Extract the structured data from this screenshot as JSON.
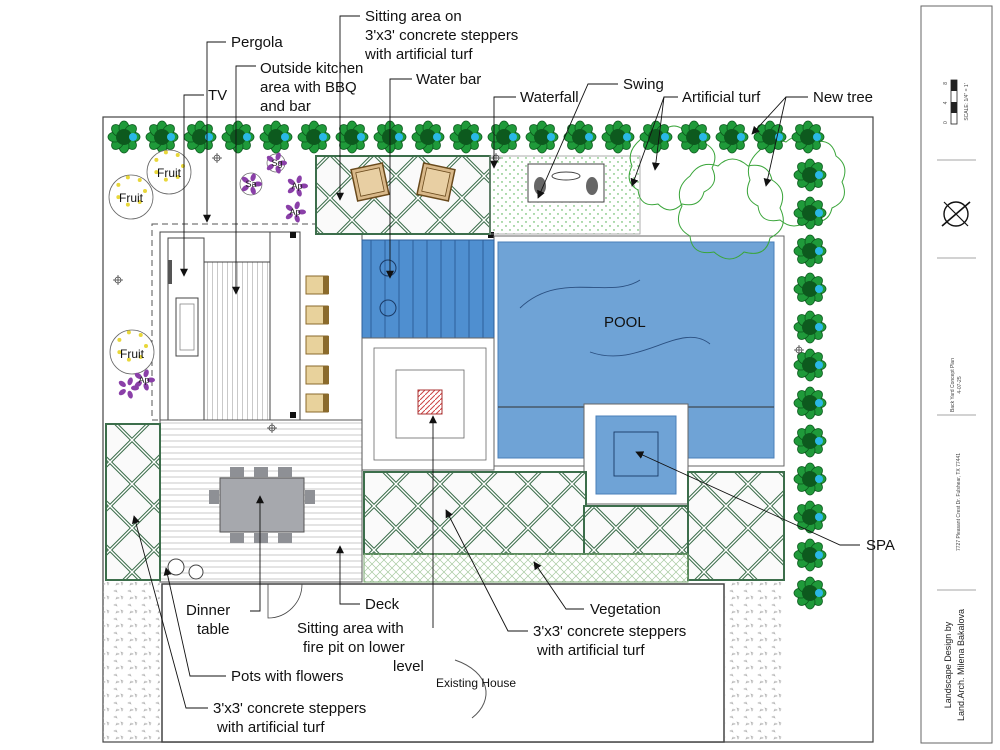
{
  "labels": {
    "pergola": "Pergola",
    "tv": "TV",
    "kitchen": [
      "Outside kitchen",
      "area with BBQ",
      "and bar"
    ],
    "sitting_area": [
      "Sitting area on",
      "3'x3' concrete steppers",
      "with artificial turf"
    ],
    "water_bar": "Water bar",
    "waterfall": "Waterfall",
    "swing": "Swing",
    "artificial_turf": "Artificial turf",
    "new_tree": "New tree",
    "pool": "POOL",
    "spa": "SPA",
    "deck": "Deck",
    "dinner_table": [
      "Dinner",
      "table"
    ],
    "fire_pit": [
      "Sitting area with",
      "fire pit on lower",
      "level"
    ],
    "vegetation": "Vegetation",
    "steppers_right": [
      "3'x3'  concrete steppers",
      "with artificial turf"
    ],
    "pots": "Pots with flowers",
    "steppers_left": [
      "3'x3'  concrete steppers",
      "with artificial turf"
    ],
    "existing_house": "Existing House",
    "fruit": "Fruit",
    "plant_codes": [
      "Sa",
      "Sg",
      "Ap"
    ]
  },
  "title_block": {
    "scale": "SCALE: 1/4\" = 1'",
    "scale_ticks": [
      "8",
      "4",
      "0"
    ],
    "plan_title": "Back Yard Concept Plan",
    "date": "4-07-25",
    "address": "7727 Pleasant Crest Dr. Fulshear, TX 77441",
    "designer": [
      "Landscape Design by",
      "Land.Arch. Milena Bakalova"
    ]
  },
  "colors": {
    "pool": "#6fa3d6",
    "pool_edge": "#4a7fb8",
    "shrub": "#1f9a3a",
    "shrub_dark": "#0d5a1e",
    "shrub_flower": "#2ab8e6",
    "tree_outline": "#3aa53a",
    "dining_table": "#a6a8ad",
    "flower": "#8a3fa8",
    "fruit_dots": "#e8d73a"
  }
}
